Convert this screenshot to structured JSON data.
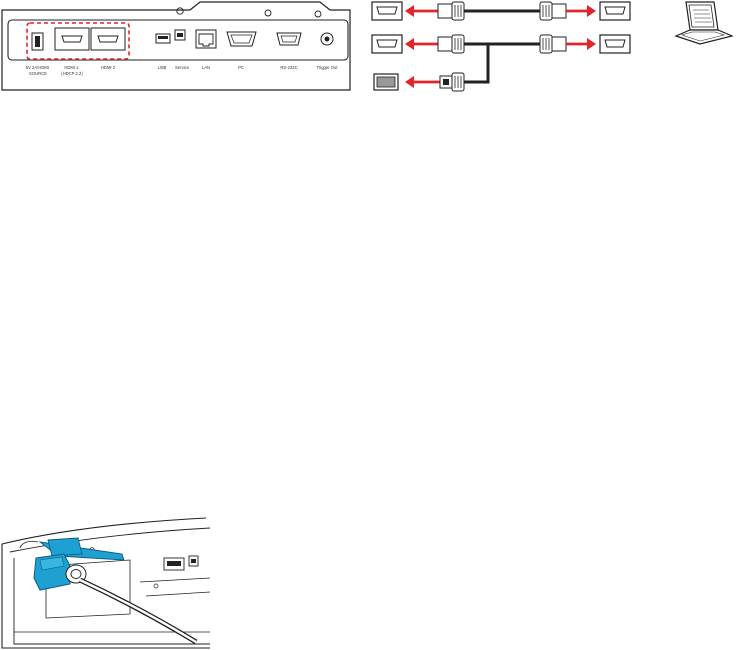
{
  "panel": {
    "labels": {
      "usb_power": "5V 2A/HDMI\nSOURCE",
      "hdmi1": "HDMI 1\n(HDCP 2.2)",
      "hdmi2": "HDMI 2",
      "usb": "USB",
      "service": "Service",
      "lan": "LAN",
      "pc": "PC",
      "rs232c": "RS-232C",
      "trigger_out": "Trigger Out"
    },
    "highlight_color": "#e0262b"
  },
  "cable_diagram": {
    "arrow_color": "#e0262b",
    "device_icon": "laptop-icon"
  },
  "detail": {
    "accent_color": "#1fa0d3"
  }
}
